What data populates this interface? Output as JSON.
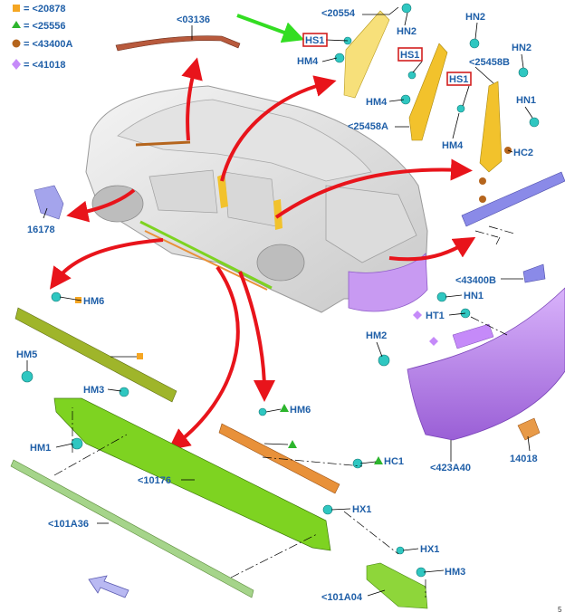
{
  "legend": [
    {
      "symbol": "square",
      "color": "#f5a623",
      "text": "= <20878"
    },
    {
      "symbol": "triangle",
      "color": "#2db52d",
      "text": "= <25556"
    },
    {
      "symbol": "circle",
      "color": "#b5651d",
      "text": "= <43400A"
    },
    {
      "symbol": "diamond",
      "color": "#c58af9",
      "text": "= <41018"
    }
  ],
  "labels": {
    "p03136": "<03136",
    "p20554": "<20554",
    "hs1_a": "HS1",
    "hs1_b": "HS1",
    "hs1_c": "HS1",
    "hm4_a": "HM4",
    "hm4_b": "HM4",
    "hm4_c": "HM4",
    "hn2_a": "HN2",
    "hn2_b": "HN2",
    "hn2_c": "HN2",
    "p25458b": "<25458B",
    "p25458a": "<25458A",
    "hn1_a": "HN1",
    "hn1_b": "HN1",
    "hc2": "HC2",
    "p16178": "16178",
    "p43400b": "<43400B",
    "hm6_a": "HM6",
    "hm6_b": "HM6",
    "ht1": "HT1",
    "hm5": "HM5",
    "hm3_a": "HM3",
    "hm3_b": "HM3",
    "hm2": "HM2",
    "hm1": "HM1",
    "p10176": "<10176",
    "hc1": "HC1",
    "p423a40": "<423A40",
    "p14018": "14018",
    "p101a36": "<101A36",
    "hx1_a": "HX1",
    "hx1_b": "HX1",
    "p101a04": "<101A04",
    "page_num": "5"
  },
  "colors": {
    "label_blue": "#1f5fa8",
    "arrow_red": "#e8141b",
    "arrow_green": "#33dd22",
    "part_yellow": "#f2c22c",
    "part_green": "#7ed321",
    "part_olive": "#9fb52a",
    "part_orange": "#e8913a",
    "part_purple": "#b57ce6",
    "part_blue": "#8a8ae8",
    "clip_teal": "#2fc7c1"
  }
}
